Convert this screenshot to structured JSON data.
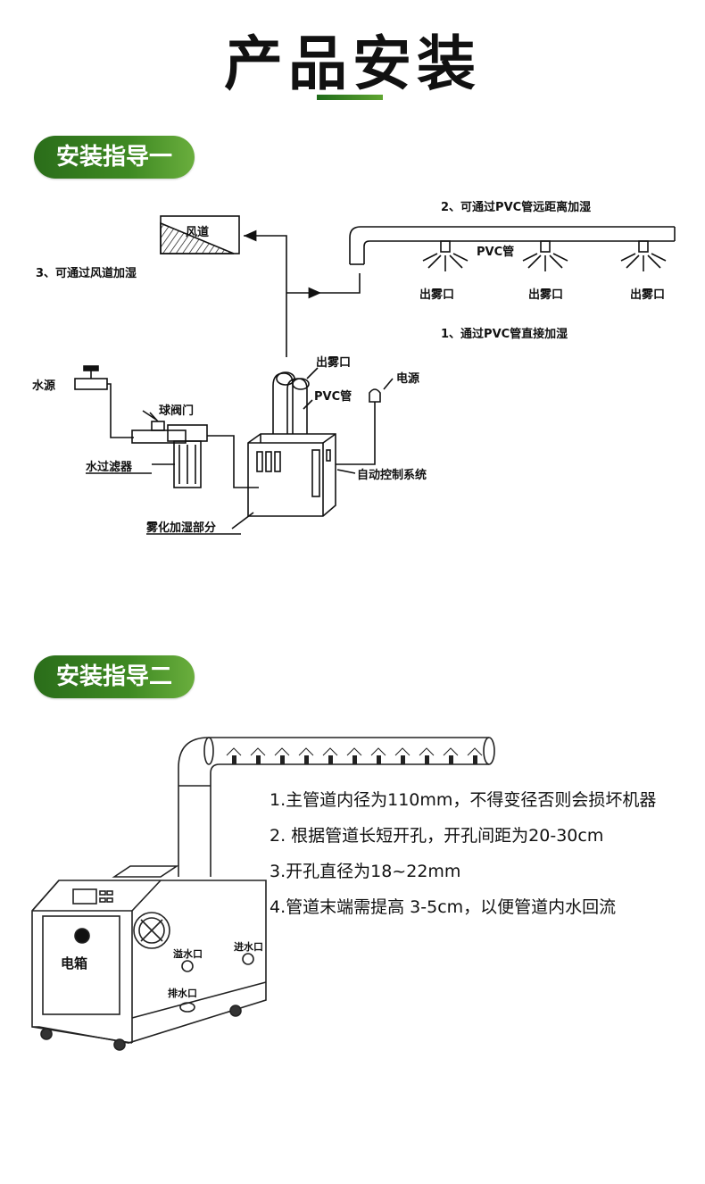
{
  "page": {
    "title": "产品安装"
  },
  "guide1": {
    "heading": "安装指导一",
    "labels": {
      "duct": "风道",
      "duct_note": "3、可通过风道加湿",
      "pvc_far_note": "2、可通过PVC管远距离加湿",
      "pvc_pipe": "PVC管",
      "outlet": "出雾口",
      "pvc_direct_note": "1、通过PVC管直接加湿",
      "water_source": "水源",
      "ball_valve": "球阀门",
      "water_filter": "水过滤器",
      "mist_outlet": "出雾口",
      "pvc_pipe2": "PVC管",
      "power": "电源",
      "control_system": "自动控制系统",
      "atomizer_part": "雾化加湿部分"
    }
  },
  "guide2": {
    "heading": "安装指导二",
    "labels": {
      "electric_box": "电箱",
      "overflow_port": "溢水口",
      "inlet_port": "进水口",
      "drain_port": "排水口"
    },
    "steps": [
      "1.主管道内径为110mm，不得变径否则会损坏机器",
      "2. 根据管道长短开孔，开孔间距为20-30cm",
      "3.开孔直径为18~22mm",
      "4.管道末端需提高 3-5cm，以便管道内水回流"
    ]
  },
  "colors": {
    "accent_dark": "#2a6d1a",
    "accent_light": "#6aae3d"
  }
}
